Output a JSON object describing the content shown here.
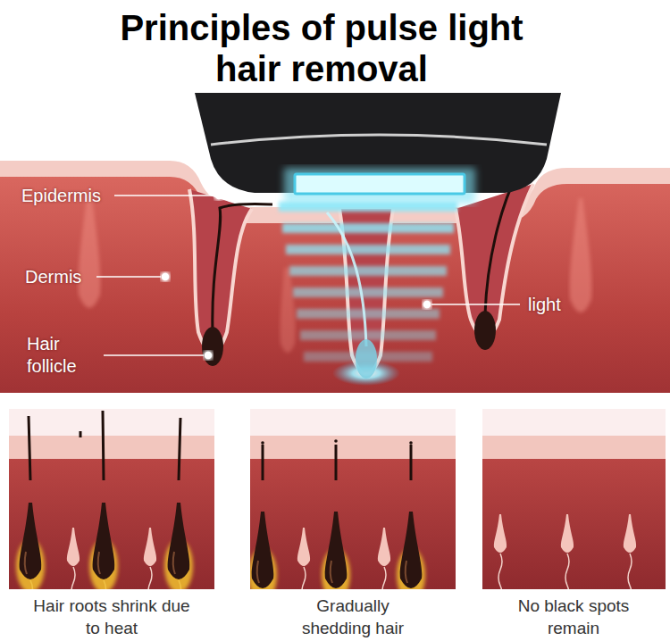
{
  "diagram": {
    "title": "Principles of pulse light hair removal",
    "labels": [
      "Epidermis",
      "Dermis",
      "Hair follicle",
      "light",
      "Hair roots shrink due to heat",
      "Gradually shedding hair",
      "No black spots remain"
    ]
  }
}
